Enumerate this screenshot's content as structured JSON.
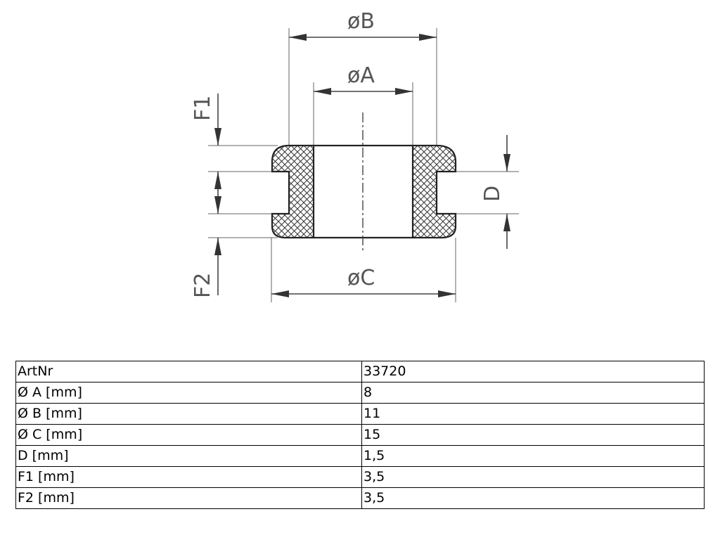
{
  "drawing": {
    "labels": {
      "b": "øB",
      "a": "øA",
      "c": "øC",
      "d": "D",
      "f1": "F1",
      "f2": "F2"
    },
    "colors": {
      "line": "#222222",
      "hatch": "#333333",
      "text": "#555555"
    }
  },
  "table": {
    "rows": [
      {
        "label": "ArtNr",
        "value": "33720"
      },
      {
        "label": "Ø A [mm]",
        "value": "8"
      },
      {
        "label": "Ø B [mm]",
        "value": "11"
      },
      {
        "label": "Ø C [mm]",
        "value": "15"
      },
      {
        "label": "D [mm]",
        "value": "1,5"
      },
      {
        "label": "F1 [mm]",
        "value": "3,5"
      },
      {
        "label": "F2 [mm]",
        "value": "3,5"
      }
    ]
  }
}
